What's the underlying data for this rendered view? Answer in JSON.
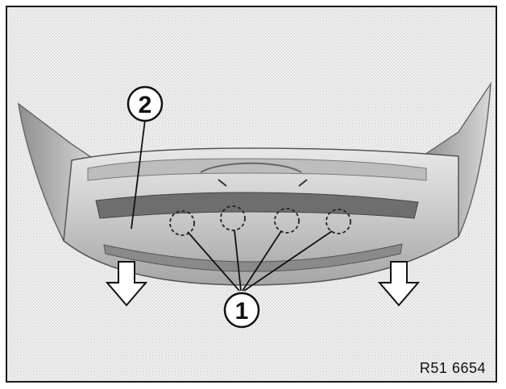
{
  "illustration": {
    "callouts": [
      {
        "number": "1"
      },
      {
        "number": "2"
      }
    ],
    "reference_code": "R51 6654",
    "colors": {
      "line": "#111111",
      "bumper_light": "#dcdcdc",
      "bumper_dark": "#9a9a9a",
      "background": "#ececec"
    }
  }
}
